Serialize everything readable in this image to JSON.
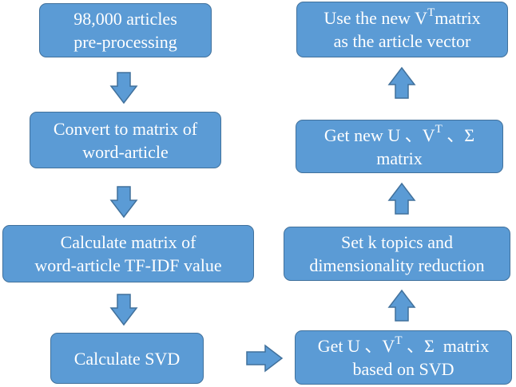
{
  "boxes": {
    "preprocess": {
      "line1": "98,000 articles",
      "line2": "pre-processing"
    },
    "convert": {
      "line1": "Convert to matrix of",
      "line2": "word-article"
    },
    "tfidf": {
      "line1": "Calculate matrix of",
      "line2": "word-article TF-IDF value"
    },
    "svd": {
      "line1": "Calculate SVD"
    },
    "get_usv": {
      "line1_a": "Get U 、V",
      "line1_sup": "T",
      "line1_b": " 、Σ  matrix",
      "line2": "based on SVD"
    },
    "set_k": {
      "line1": "Set k topics and",
      "line2": "dimensionality reduction"
    },
    "get_new": {
      "line1_a": "Get new U 、V",
      "line1_sup": "T",
      "line1_b": " 、Σ",
      "line2": "matrix"
    },
    "use_vt": {
      "line1_a": "Use the new V",
      "line1_sup": "T",
      "line1_b": "matrix",
      "line2": "as the article vector"
    }
  },
  "colors": {
    "box_fill": "#5b9bd5",
    "box_border": "#41719c",
    "text": "#ffffff"
  }
}
